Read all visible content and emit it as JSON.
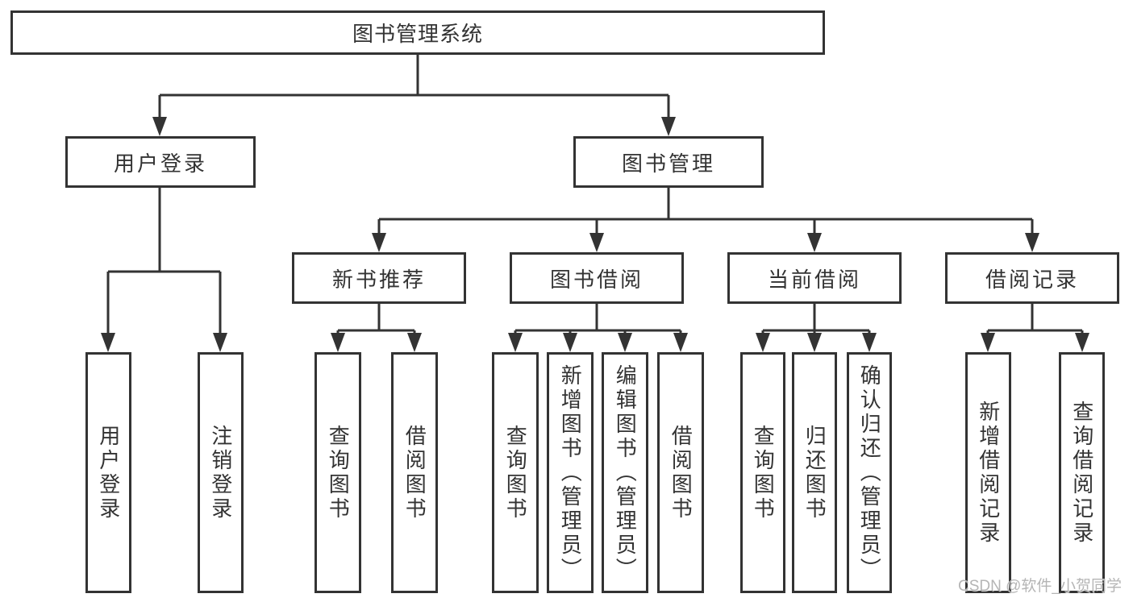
{
  "diagram": {
    "root": "图书管理系统",
    "level2": [
      "用户登录",
      "图书管理"
    ],
    "level3": [
      "新书推荐",
      "图书借阅",
      "当前借阅",
      "借阅记录"
    ],
    "leaves_login": [
      "用户登录",
      "注销登录"
    ],
    "leaves_new_books": [
      "查询图书",
      "借阅图书"
    ],
    "leaves_borrowing": [
      "查询图书",
      "新增图书（管理员）",
      "编辑图书（管理员）",
      "借阅图书"
    ],
    "leaves_current": [
      "查询图书",
      "归还图书",
      "确认归还（管理员）"
    ],
    "leaves_records": [
      "新增借阅记录",
      "查询借阅记录"
    ]
  },
  "watermark": "CSDN @软件_小贺同学",
  "colors": {
    "line": "#333333",
    "text": "#333333",
    "box_background": "#ffffff",
    "page_background": "#ffffff",
    "watermark": "#b5b5b5"
  }
}
